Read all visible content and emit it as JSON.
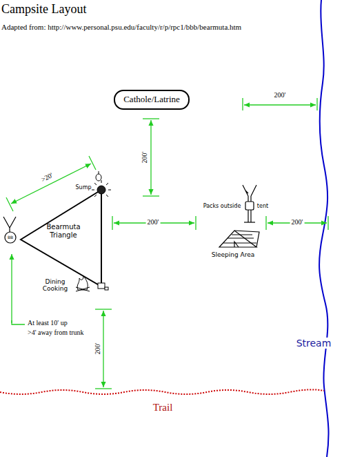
{
  "diagram": {
    "title": "Campsite Layout",
    "caption": "Adapted from: http://www.personal.psu.edu/faculty/r/p/rpc1/bbb/bearmuta.htm",
    "nodes": [
      {
        "text": [
          "Cathole/Latrine"
        ]
      }
    ],
    "edges": [],
    "labels": [
      "200'",
      "200'",
      ">20'",
      "Sump",
      "Bearmuta Triangle",
      "200'",
      "Packs outside",
      "tent",
      "200'",
      "Sleeping Area",
      "Dining Cooking",
      "BB",
      "At least 10' up",
      ">4' away from trunk",
      "200'",
      "Stream",
      "Trail"
    ]
  }
}
